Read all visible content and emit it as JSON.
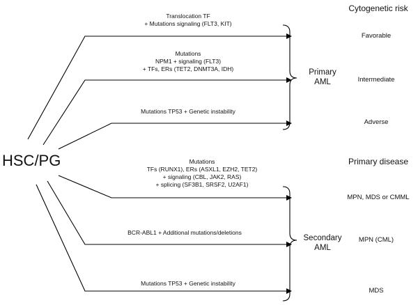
{
  "origin": "HSC/PG",
  "headers": {
    "cytogenetic_risk": "Cytogenetic risk",
    "primary_disease": "Primary disease"
  },
  "groups": {
    "primary": [
      "Primary",
      "AML"
    ],
    "secondary": [
      "Secondary",
      "AML"
    ]
  },
  "paths": [
    {
      "lines": [
        "Translocation TF",
        "+ Mutations signaling (FLT3, KIT)"
      ],
      "outcome": "Favorable"
    },
    {
      "lines": [
        "Mutations",
        "NPM1 + signaling (FLT3)",
        "+ TFs, ERs (TET2, DNMT3A, IDH)"
      ],
      "outcome": "Intermediate"
    },
    {
      "lines": [
        "Mutations TP53 + Genetic instability"
      ],
      "outcome": "Adverse"
    },
    {
      "lines": [
        "Mutations",
        "TFs (RUNX1), ERs (ASXL1, EZH2, TET2)",
        "+ signaling (CBL, JAK2, RAS)",
        "+ splicing (SF3B1, SRSF2, U2AF1)"
      ],
      "outcome": "MPN, MDS or CMML"
    },
    {
      "lines": [
        "BCR-ABL1 + Additional mutations/deletions"
      ],
      "outcome": "MPN (CML)"
    },
    {
      "lines": [
        "Mutations TP53 + Genetic instability"
      ],
      "outcome": "MDS"
    }
  ]
}
